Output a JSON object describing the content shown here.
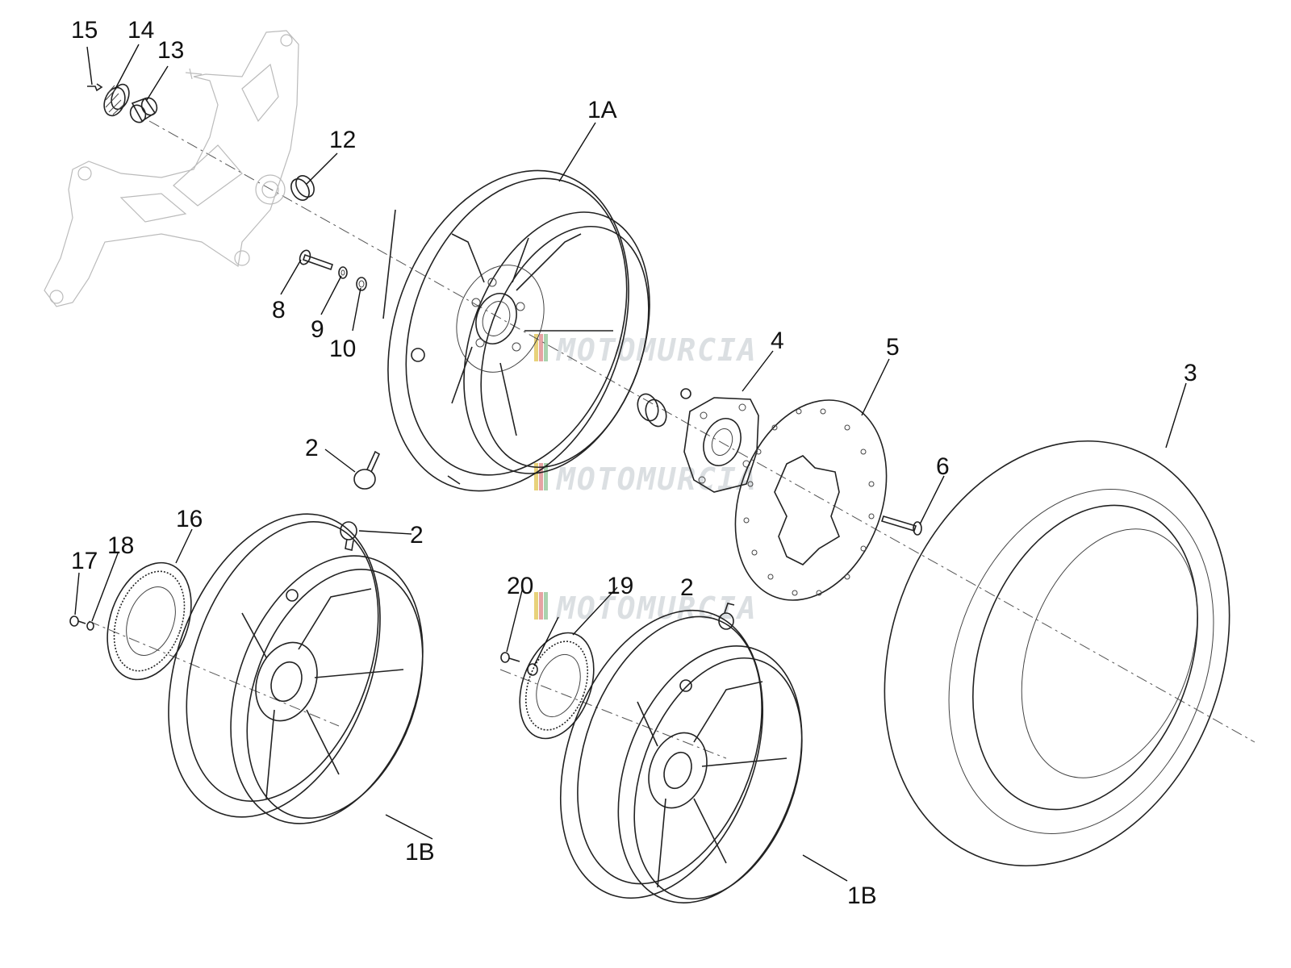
{
  "labels": {
    "l15": "15",
    "l14": "14",
    "l13": "13",
    "l12": "12",
    "l1A": "1A",
    "l8": "8",
    "l9": "9",
    "l10": "10",
    "l4": "4",
    "l5": "5",
    "l3": "3",
    "l2a": "2",
    "l6": "6",
    "l16": "16",
    "l17": "17",
    "l18": "18",
    "l2b": "2",
    "l20": "20",
    "l19": "19",
    "l2c": "2",
    "l1Ba": "1B",
    "l1Bb": "1B"
  },
  "watermark": "MOTOMURCIA"
}
